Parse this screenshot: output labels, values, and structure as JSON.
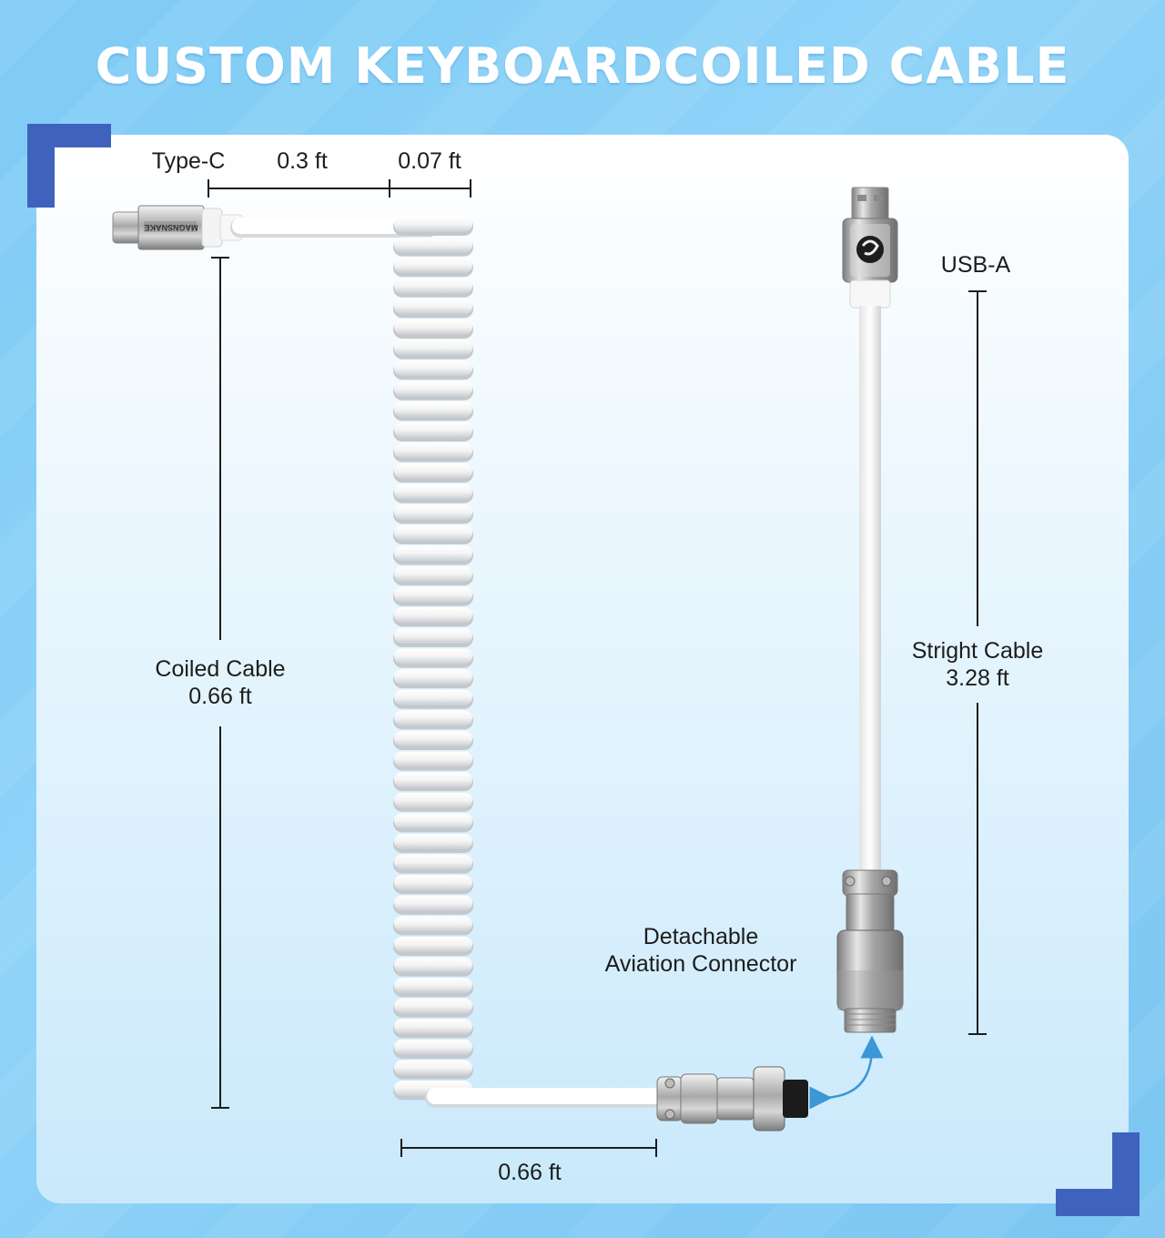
{
  "title": "CUSTOM KEYBOARDCOILED CABLE",
  "dimensions": {
    "typec_label": "Type-C",
    "typec_plug_length": "0.3 ft",
    "typec_strain_length": "0.07 ft",
    "coiled_name": "Coiled Cable",
    "coiled_length": "0.66 ft",
    "bottom_lead_length": "0.66 ft",
    "usba_label": "USB-A",
    "straight_name": "Stright Cable",
    "straight_length": "3.28 ft",
    "connector_line1": "Detachable",
    "connector_line2": "Aviation Connector"
  },
  "brand_text": "MAGNSNAKE",
  "colors": {
    "accent_corner": "#3f63bd",
    "arrow": "#3b97d6",
    "background": "#7ecbf5"
  }
}
